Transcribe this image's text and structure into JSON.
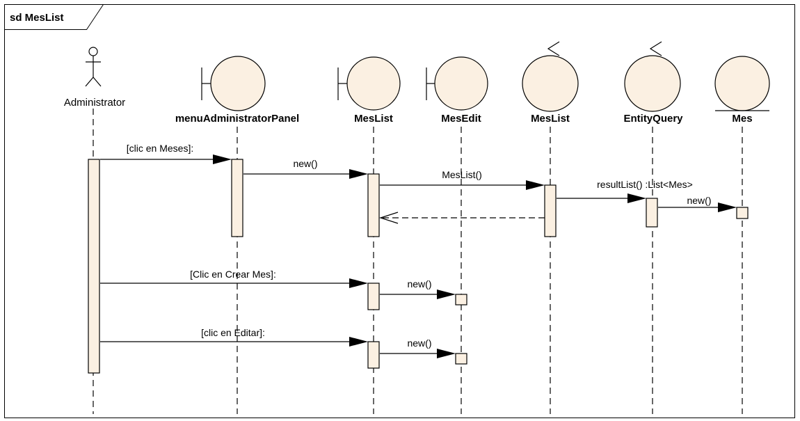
{
  "diagram": {
    "frame_title": "sd MesList",
    "colors": {
      "fill": "#fbf0e2",
      "stroke": "#000000",
      "background": "#ffffff"
    },
    "lifelines": [
      {
        "label": "Administrator",
        "kind": "actor"
      },
      {
        "label": "menuAdministratorPanel",
        "kind": "boundary"
      },
      {
        "label": "MesList",
        "kind": "boundary"
      },
      {
        "label": "MesEdit",
        "kind": "boundary"
      },
      {
        "label": "MesList",
        "kind": "control"
      },
      {
        "label": "EntityQuery",
        "kind": "control"
      },
      {
        "label": "Mes",
        "kind": "entity"
      }
    ],
    "messages": [
      {
        "label": "[clic en Meses]:",
        "kind": "call"
      },
      {
        "label": "new()",
        "kind": "call"
      },
      {
        "label": "MesList()",
        "kind": "call"
      },
      {
        "label": "resultList() :List<Mes>",
        "kind": "call"
      },
      {
        "label": "new()",
        "kind": "call"
      },
      {
        "label": "",
        "kind": "return"
      },
      {
        "label": "[Clic en Crear Mes]:",
        "kind": "call"
      },
      {
        "label": "new()",
        "kind": "call"
      },
      {
        "label": "[clic en Editar]:",
        "kind": "call"
      },
      {
        "label": "new()",
        "kind": "call"
      }
    ]
  }
}
